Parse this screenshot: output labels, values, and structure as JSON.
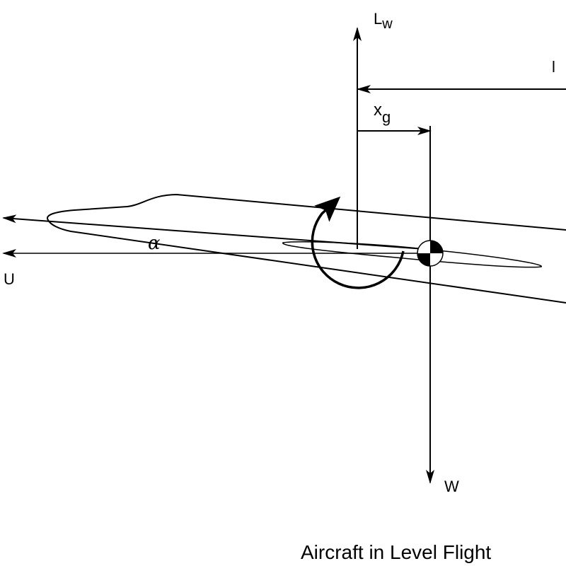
{
  "title": "Aircraft in Level Flight",
  "labels": {
    "lift_main": "L",
    "lift_sub": "w",
    "tail_arm": "l",
    "cg_offset_main": "x",
    "cg_offset_sub": "g",
    "weight": "W",
    "velocity": "U",
    "angle_of_attack": "α"
  }
}
